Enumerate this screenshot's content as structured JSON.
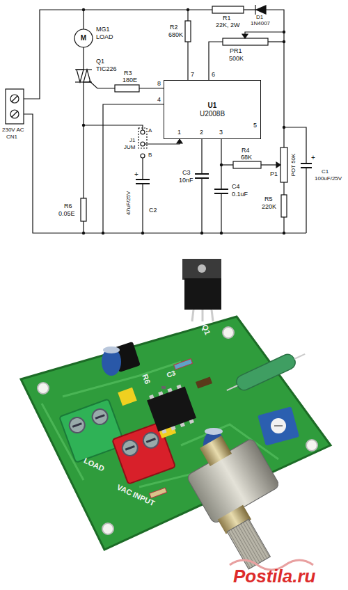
{
  "diagram": {
    "nodes": [
      {
        "text": [
          "U1",
          "U2008B"
        ]
      }
    ],
    "labels": [
      "R2",
      "680K",
      "R1",
      "22K, 2W",
      "D1",
      "1N4007",
      "MG1",
      "LOAD",
      "M",
      "Q1",
      "TIC226",
      "R3",
      "180E",
      "PR1",
      "500K",
      "7",
      "6",
      "8",
      "4",
      "1",
      "2",
      "3",
      "5",
      "230V AC",
      "CN1",
      "A",
      "J1",
      "JUM",
      "B",
      "C3",
      "10nF",
      "R4",
      "68K",
      "P1",
      "POT 50K",
      "C1",
      "100uF/25V",
      "+",
      "R5",
      "220K",
      "C4",
      "0.1uF",
      "R6",
      "0.05E",
      "47uF/25V",
      "C2",
      "+",
      "LOAD",
      "VAC INPUT",
      "R6",
      "Q1",
      "C3",
      "Postila.ru"
    ]
  }
}
